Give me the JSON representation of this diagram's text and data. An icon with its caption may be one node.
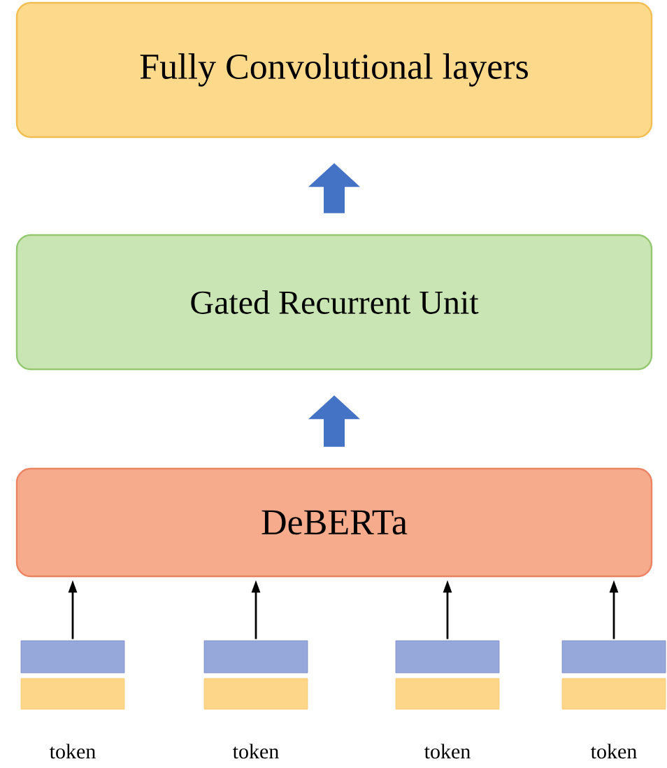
{
  "diagram": {
    "nodes": [
      {
        "text": [
          "Fully Convolutional layers"
        ]
      },
      {
        "text": [
          "Gated Recurrent Unit"
        ]
      },
      {
        "text": [
          "DeBERTa"
        ]
      },
      {
        "text": [],
        "shape": "box",
        "beside": [
          "token"
        ]
      },
      {
        "text": [],
        "shape": "box",
        "beside": [
          "token"
        ]
      },
      {
        "text": [],
        "shape": "box",
        "beside": [
          "token"
        ]
      },
      {
        "text": [],
        "shape": "box",
        "beside": [
          "token"
        ]
      }
    ],
    "edges": [
      {
        "from": 1,
        "to": 0,
        "arrow": "to",
        "style": "thick",
        "color": "#4472c4"
      },
      {
        "from": 2,
        "to": 1,
        "arrow": "to",
        "style": "thick",
        "color": "#4472c4"
      },
      {
        "from": 3,
        "to": 2,
        "arrow": "to"
      },
      {
        "from": 4,
        "to": 2,
        "arrow": "to"
      },
      {
        "from": 5,
        "to": 2,
        "arrow": "to"
      },
      {
        "from": 6,
        "to": 2,
        "arrow": "to"
      }
    ]
  }
}
